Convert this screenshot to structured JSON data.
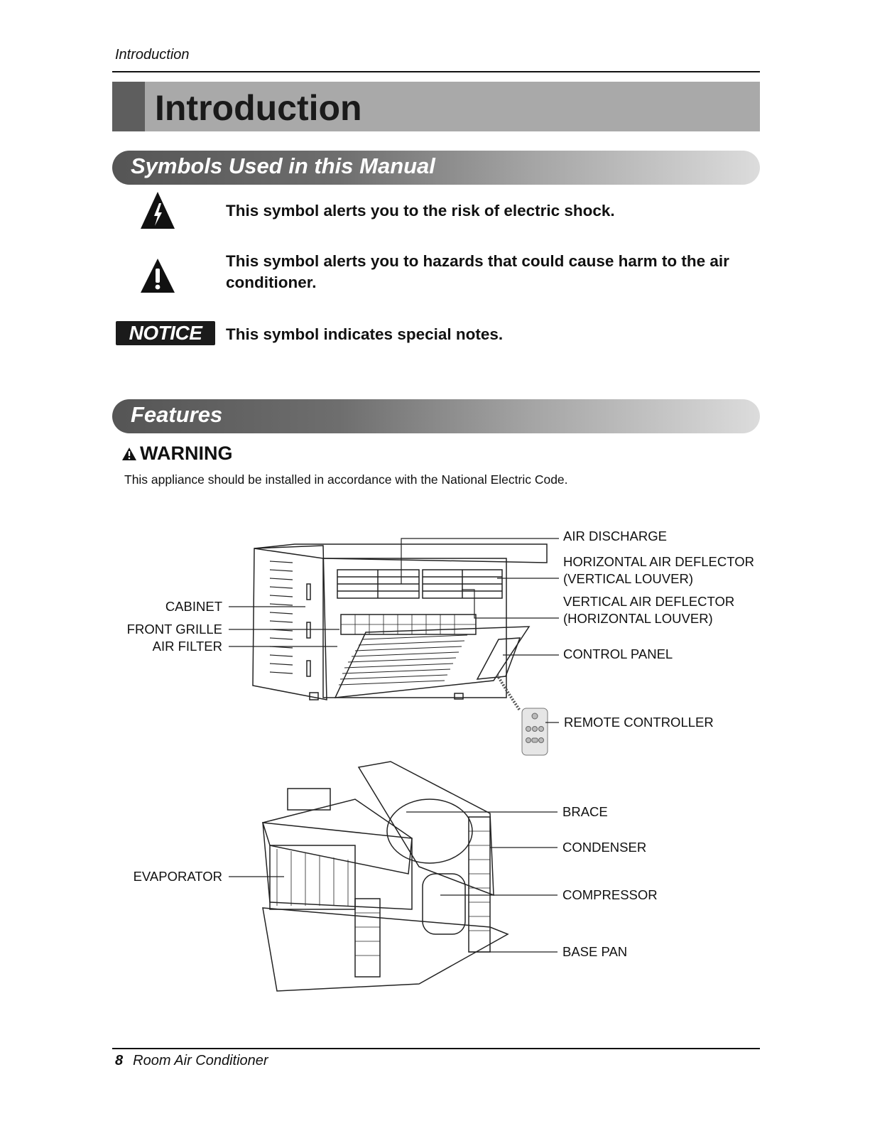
{
  "header": {
    "running_title": "Introduction"
  },
  "page_title": "Introduction",
  "sections": {
    "symbols": {
      "heading": "Symbols Used in this Manual",
      "items": [
        {
          "icon": "electric-shock-warning-icon",
          "text": "This symbol alerts you to the risk of electric shock."
        },
        {
          "icon": "caution-icon",
          "text": "This symbol alerts you to hazards that could cause harm to the air conditioner."
        },
        {
          "badge": "NOTICE",
          "text": "This symbol indicates special notes."
        }
      ]
    },
    "features": {
      "heading": "Features",
      "warning_title": "WARNING",
      "warning_text": "This appliance should be installed in accordance with the National Electric Code.",
      "labels_top_left": [
        "CABINET",
        "FRONT GRILLE",
        "AIR FILTER"
      ],
      "labels_top_right": [
        "AIR DISCHARGE",
        "HORIZONTAL AIR DEFLECTOR",
        "(VERTICAL LOUVER)",
        "VERTICAL AIR DEFLECTOR",
        "(HORIZONTAL LOUVER)",
        "CONTROL PANEL",
        "REMOTE CONTROLLER"
      ],
      "labels_bottom_left": [
        "EVAPORATOR"
      ],
      "labels_bottom_right": [
        "BRACE",
        "CONDENSER",
        "COMPRESSOR",
        "BASE PAN"
      ]
    }
  },
  "footer": {
    "page_number": "8",
    "doc_title": "Room Air Conditioner"
  }
}
